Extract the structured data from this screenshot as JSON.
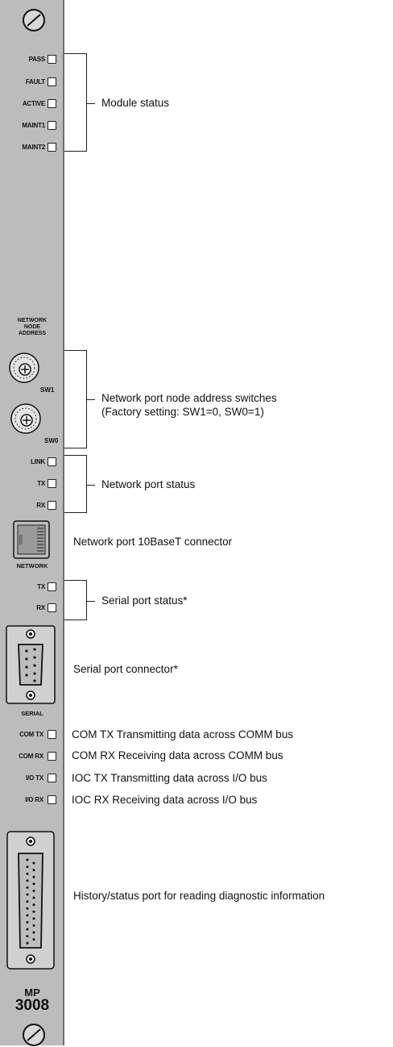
{
  "panel": {
    "module_leds": [
      "PASS",
      "FAULT",
      "ACTIVE",
      "MAINT1",
      "MAINT2"
    ],
    "network_node_address_label": [
      "NETWORK",
      "NODE",
      "ADDRESS"
    ],
    "switch_labels": [
      "SW1",
      "SW0"
    ],
    "network_leds": [
      "LINK",
      "TX",
      "RX"
    ],
    "network_connector_label": "NETWORK",
    "serial_leds": [
      "TX",
      "RX"
    ],
    "serial_connector_label": "SERIAL",
    "bus_leds": [
      "COM TX",
      "COM RX",
      "I/O TX",
      "I/O RX"
    ],
    "model": {
      "line1": "MP",
      "line2": "3008"
    }
  },
  "annotations": {
    "module_status": "Module status",
    "network_switches_line1": "Network port node address switches",
    "network_switches_line2": "(Factory setting: SW1=0, SW0=1)",
    "network_port_status": "Network port status",
    "network_connector": "Network port 10BaseT connector",
    "serial_port_status": "Serial port status*",
    "serial_connector": "Serial port connector*",
    "com_tx": "COM TX Transmitting data across COMM bus",
    "com_rx": "COM RX Receiving data across COMM bus",
    "ioc_tx": "IOC TX Transmitting data across I/O bus",
    "ioc_rx": "IOC RX Receiving data across I/O bus",
    "history_port": "History/status port for reading diagnostic information"
  }
}
